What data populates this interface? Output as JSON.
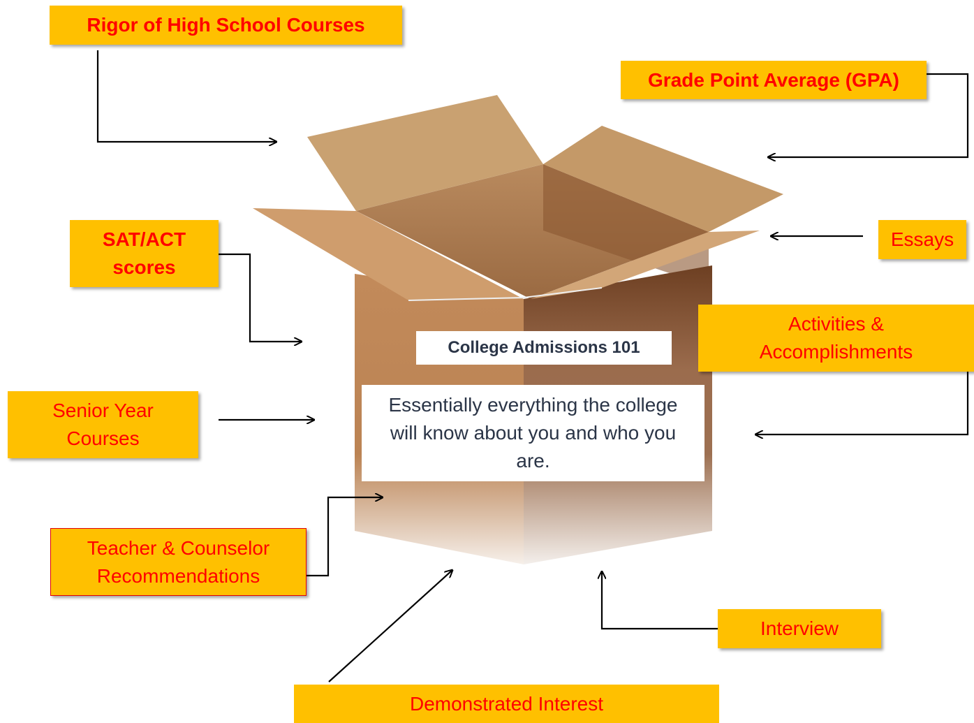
{
  "labels": {
    "rigor": "Rigor of High School Courses",
    "gpa": "Grade Point Average (GPA)",
    "sat": "SAT/ACT\nscores",
    "essays": "Essays",
    "activities": "Activities &\nAccomplishments",
    "senior": "Senior Year\nCourses",
    "teacher": "Teacher & Counselor\nRecommendations",
    "interview": "Interview",
    "interest": "Demonstrated Interest"
  },
  "box": {
    "title": "College Admissions 101",
    "description": "Essentially everything the college will know about you and who you are."
  },
  "colors": {
    "label_fill": "#ffc000",
    "label_text": "#ff0000",
    "box_text": "#2b3547",
    "arrow": "#000000"
  }
}
